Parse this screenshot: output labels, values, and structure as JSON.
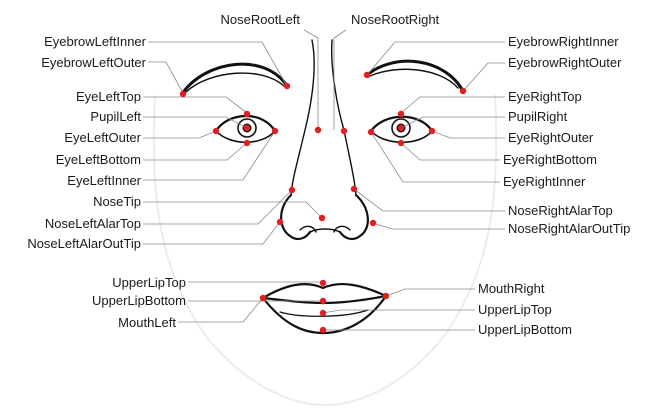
{
  "colors": {
    "landmark": "#e02020",
    "leader": "#8a8a8a",
    "stroke": "#111111",
    "outline": "#ececec"
  },
  "labels": {
    "nose_root_left": "NoseRootLeft",
    "nose_root_right": "NoseRootRight",
    "eyebrow_left_inner": "EyebrowLeftInner",
    "eyebrow_left_outer": "EyebrowLeftOuter",
    "eyebrow_right_inner": "EyebrowRightInner",
    "eyebrow_right_outer": "EyebrowRightOuter",
    "eye_left_top": "EyeLeftTop",
    "pupil_left": "PupilLeft",
    "eye_left_outer": "EyeLeftOuter",
    "eye_left_bottom": "EyeLeftBottom",
    "eye_left_inner": "EyeLeftInner",
    "eye_right_top": "EyeRightTop",
    "pupil_right": "PupilRight",
    "eye_right_outer": "EyeRightOuter",
    "eye_right_bottom": "EyeRightBottom",
    "eye_right_inner": "EyeRightInner",
    "nose_tip": "NoseTip",
    "nose_left_alar_top": "NoseLeftAlarTop",
    "nose_left_alar_out_tip": "NoseLeftAlarOutTip",
    "nose_right_alar_top": "NoseRightAlarTop",
    "nose_right_alar_out_tip": "NoseRightAlarOutTip",
    "upper_lip_top_left": "UpperLipTop",
    "upper_lip_bottom_left": "UpperLipBottom",
    "mouth_left": "MouthLeft",
    "mouth_right": "MouthRight",
    "upper_lip_top_right": "UpperLipTop",
    "upper_lip_bottom_right": "UpperLipBottom"
  }
}
